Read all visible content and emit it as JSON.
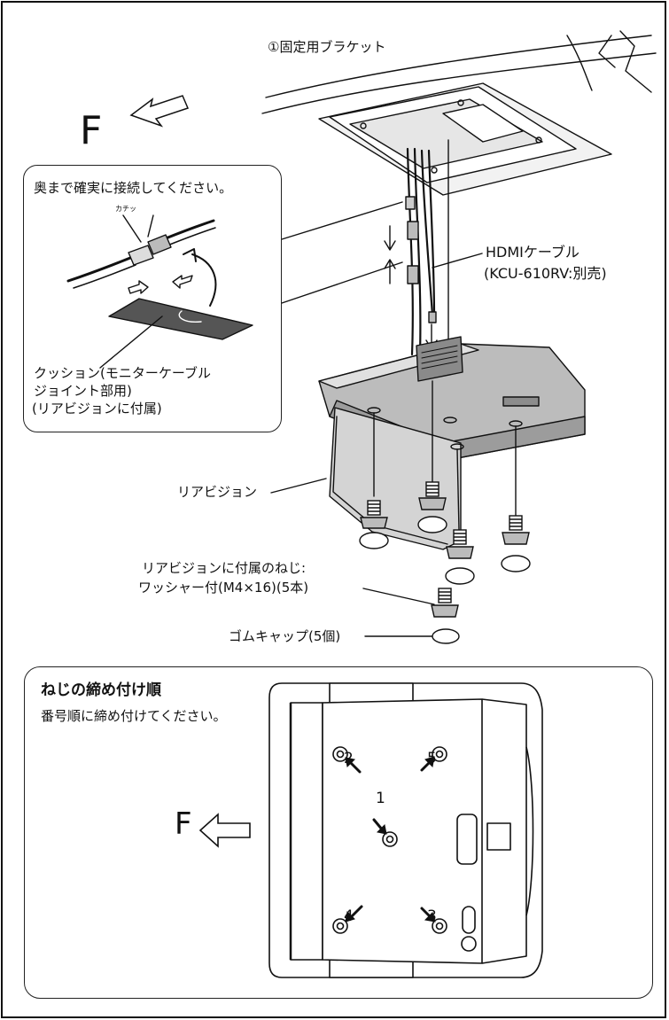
{
  "labels": {
    "bracket": "①固定用ブラケット",
    "direction_top": "F",
    "connect_note": "奥まで確実に接続してください。",
    "click_sound": "カチッ",
    "hdmi_line1": "HDMIケーブル",
    "hdmi_line2": "(KCU-610RV:別売)",
    "cushion_line1": "クッション(モニターケーブル",
    "cushion_line2": "ジョイント部用)",
    "cushion_line3": "(リアビジョンに付属)",
    "rearvision": "リアビジョン",
    "screw_line1": "リアビジョンに付属のねじ:",
    "screw_line2": "ワッシャー付(M4×16)(5本)",
    "rubber_cap": "ゴムキャップ(5個)"
  },
  "tightening_order": {
    "title": "ねじの締め付け順",
    "instruction": "番号順に締め付けてください。",
    "direction": "F",
    "numbers": [
      "1",
      "2",
      "3",
      "4",
      "5"
    ]
  }
}
